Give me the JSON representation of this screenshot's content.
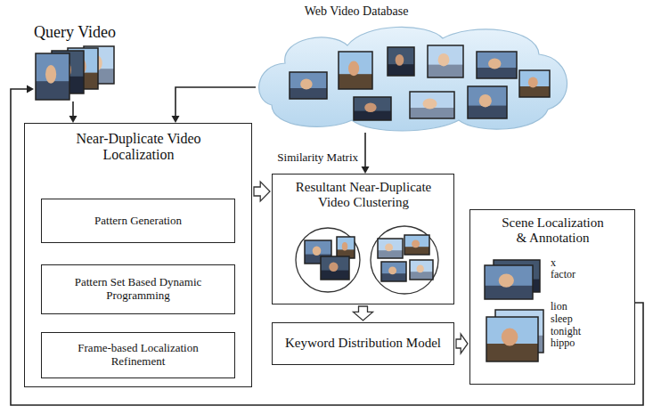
{
  "diagram": {
    "nodes": [
      {
        "text": [
          "Query Video"
        ]
      },
      {
        "text": [
          "Web Video Database"
        ]
      },
      {
        "text": [
          "Near-Duplicate Video Localization"
        ]
      },
      {
        "text": [
          "Pattern Generation"
        ],
        "in": 2
      },
      {
        "text": [
          "Pattern Set Based Dynamic Programming"
        ],
        "in": 2
      },
      {
        "text": [
          "Frame-based Localization Refinement"
        ],
        "in": 2
      },
      {
        "text": [
          "Resultant Near-Duplicate Video Clustering"
        ]
      },
      {
        "text": [
          "Keyword Distribution Model"
        ]
      },
      {
        "text": [
          "Scene Localization & Annotation",
          "x factor",
          "lion sleep tonight hippo"
        ]
      }
    ],
    "edges": [
      {
        "from": 0,
        "to": 2,
        "arrow": "to"
      },
      {
        "from": 1,
        "to": 2,
        "arrow": "to"
      },
      {
        "from": 1,
        "to": 6,
        "label": "Similarity Matrix",
        "arrow": "to"
      },
      {
        "from": 3,
        "to": 4,
        "arrow": "to"
      },
      {
        "from": 4,
        "to": 5,
        "arrow": "to"
      },
      {
        "from": 2,
        "to": 6,
        "arrow": "to"
      },
      {
        "from": 6,
        "to": 7,
        "arrow": "to"
      },
      {
        "from": 7,
        "to": 8,
        "arrow": "to"
      },
      {
        "from": 8,
        "to": 0,
        "arrow": "to"
      }
    ]
  }
}
